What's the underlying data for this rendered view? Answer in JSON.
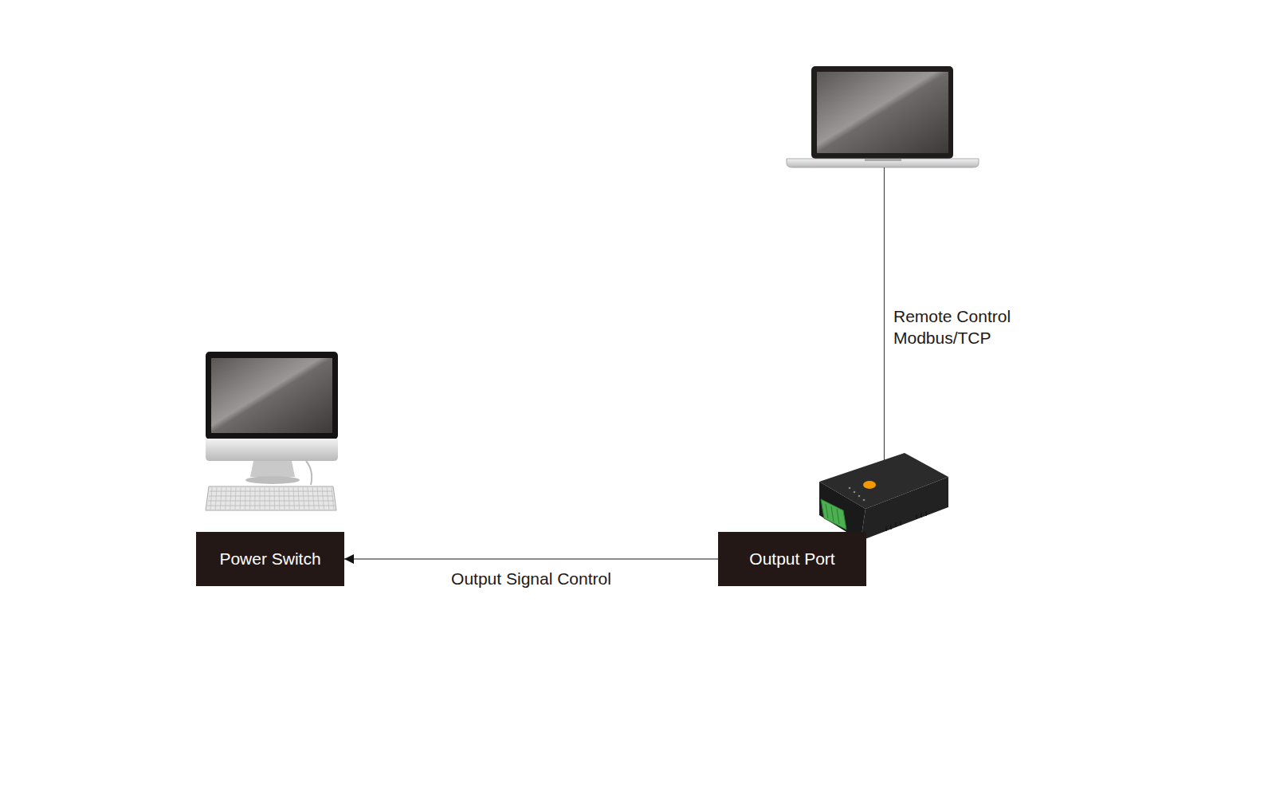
{
  "diagram": {
    "nodes": [
      {
        "text": [
          "Power Switch"
        ]
      },
      {
        "text": [
          "Output Port"
        ]
      }
    ],
    "edges": [
      {
        "from": 1,
        "to": 0,
        "arrow": "to",
        "label": "Output Signal Control"
      }
    ],
    "labels": [
      "Remote Control Modbus/TCP"
    ]
  }
}
